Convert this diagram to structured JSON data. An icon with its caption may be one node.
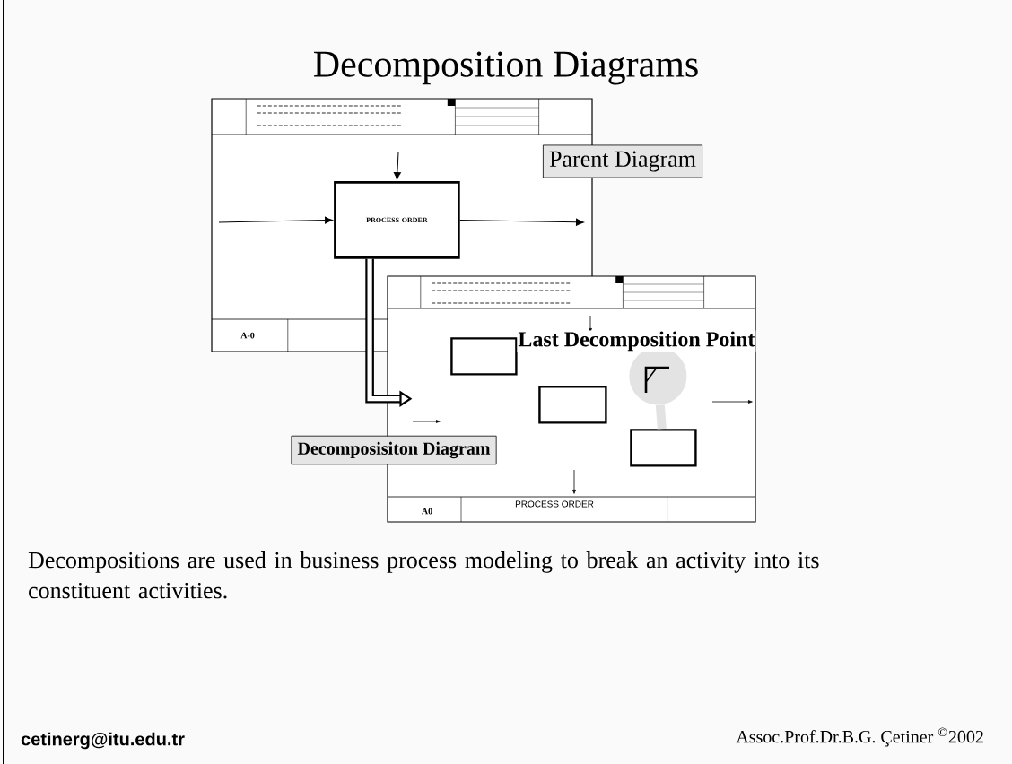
{
  "diagram": {
    "title": "Decomposition Diagrams",
    "caption": "Decompositions are used in business process modeling to break an activity into its constituent activities.",
    "nodes": [
      {
        "text": [],
        "shape": "box"
      },
      {
        "text": [
          "PROCESS ORDER"
        ],
        "in": 0
      },
      {
        "text": [
          "Parent Diagram"
        ]
      },
      {
        "text": [],
        "shape": "box"
      },
      {
        "text": [],
        "shape": "box",
        "in": 3
      },
      {
        "text": [],
        "shape": "box",
        "in": 3
      },
      {
        "text": [],
        "shape": "box",
        "in": 3
      },
      {
        "text": [],
        "shape": "circle",
        "in": 3
      },
      {
        "text": [
          "Last Decomposition Point"
        ],
        "in": 3
      },
      {
        "text": [
          "Decomposisiton Diagram"
        ]
      }
    ],
    "edges": [
      {
        "from": 1,
        "to": 3,
        "arrow": "to",
        "style": "thick"
      },
      {
        "from": 7,
        "to": 6,
        "arrow": "none",
        "style": "thick",
        "color": "#e2e2e2"
      },
      {
        "from": null,
        "to": 1,
        "arrow": "to"
      },
      {
        "from": null,
        "to": 1,
        "arrow": "to"
      },
      {
        "from": 1,
        "to": null,
        "arrow": "to"
      }
    ],
    "labels": [
      "A-0",
      "A0",
      "PROCESS ORDER",
      "cetinerg@itu.edu.tr",
      "Assoc.Prof.Dr.B.G. Çetiner $^{©}$2002"
    ]
  }
}
